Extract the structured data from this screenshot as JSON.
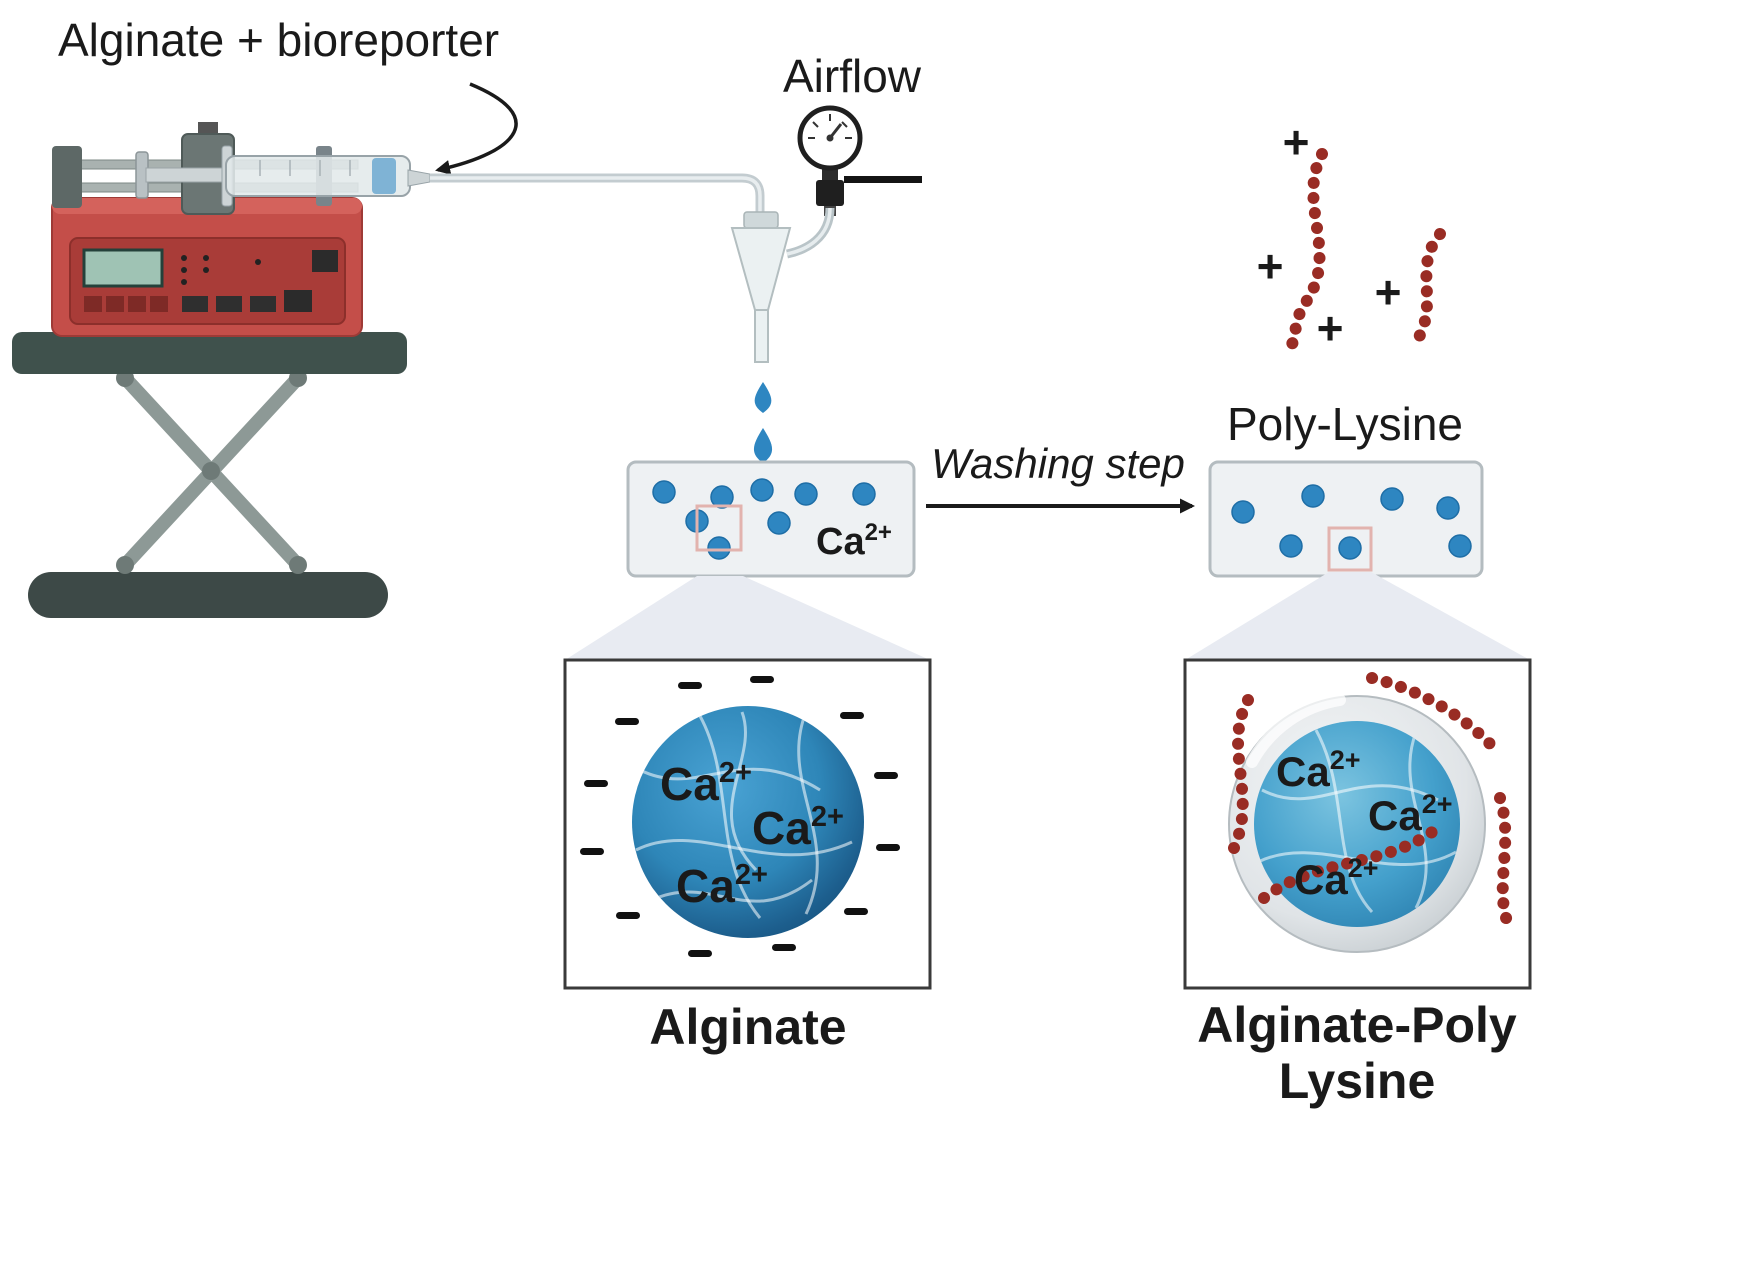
{
  "labels": {
    "alginate_bioreporter": "Alginate + bioreporter",
    "airflow": "Airflow",
    "washing_step": "Washing step",
    "poly_lysine": "Poly-Lysine",
    "alginate_caption": "Alginate",
    "alginate_poly_caption_line1": "Alginate-Poly",
    "alginate_poly_caption_line2": "Lysine",
    "ca_base": "Ca",
    "ca_sup": "2+",
    "plus_sign": "+"
  },
  "colors": {
    "ink": "#1a1a1a",
    "bead": "#2e86c1",
    "bead_stroke": "#1e6ea6",
    "chain": "#992c24",
    "pump": "#c44e49",
    "pump_panel": "#a93c38",
    "platform": "#3f514c",
    "base": "#3d4947",
    "metal": "#8d9996",
    "dish_fill": "#eef1f3",
    "dish_stroke": "#b4bcc0",
    "pink_box": "#e2b3ae",
    "drop": "#2e86c1"
  }
}
